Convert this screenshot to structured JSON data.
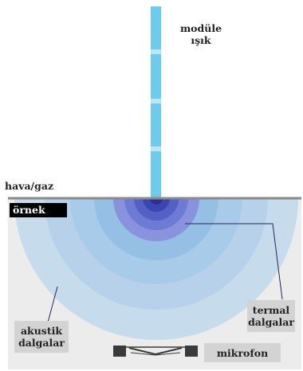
{
  "labels": {
    "modulated_light": "modüle\nışık",
    "air_gas": "hava/gaz",
    "sample": "örnek",
    "thermal_waves": "termal\ndalgalar",
    "acoustic_waves": "akustik\ndalgalar",
    "microphone": "mikrofon"
  },
  "colors": {
    "light_beam": "#6ecbec",
    "beam_gap": "#bde6f5",
    "sample_bg": "#ececec",
    "surface_line": "#8a8a8a",
    "acoustic_wave": "#c6dbeb",
    "thermal_wave": "#6d7bd4",
    "thermal_core": "#3c45b0",
    "label_box": "#d3d3d3",
    "leader_line": "#1f2a5a",
    "microphone": "#3a3a3a"
  },
  "icons": {
    "microphone": "microphone-icon"
  }
}
